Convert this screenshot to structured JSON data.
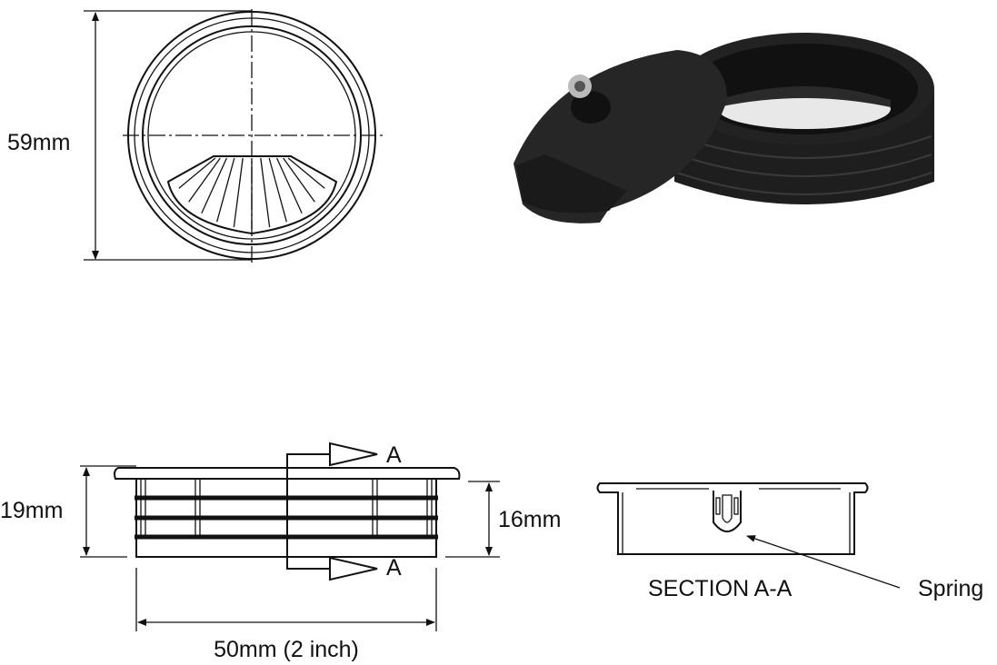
{
  "top_view": {
    "dimension_label": "59mm"
  },
  "side_view": {
    "height_label": "19mm",
    "body_height_label": "16mm",
    "width_label": "50mm (2 inch)",
    "section_marker_top": "A",
    "section_marker_bottom": "A"
  },
  "section_view": {
    "title": "SECTION A-A",
    "callout": "Spring"
  },
  "colors": {
    "line": "#111111",
    "product": "#1c1c1c",
    "background": "#ffffff"
  }
}
